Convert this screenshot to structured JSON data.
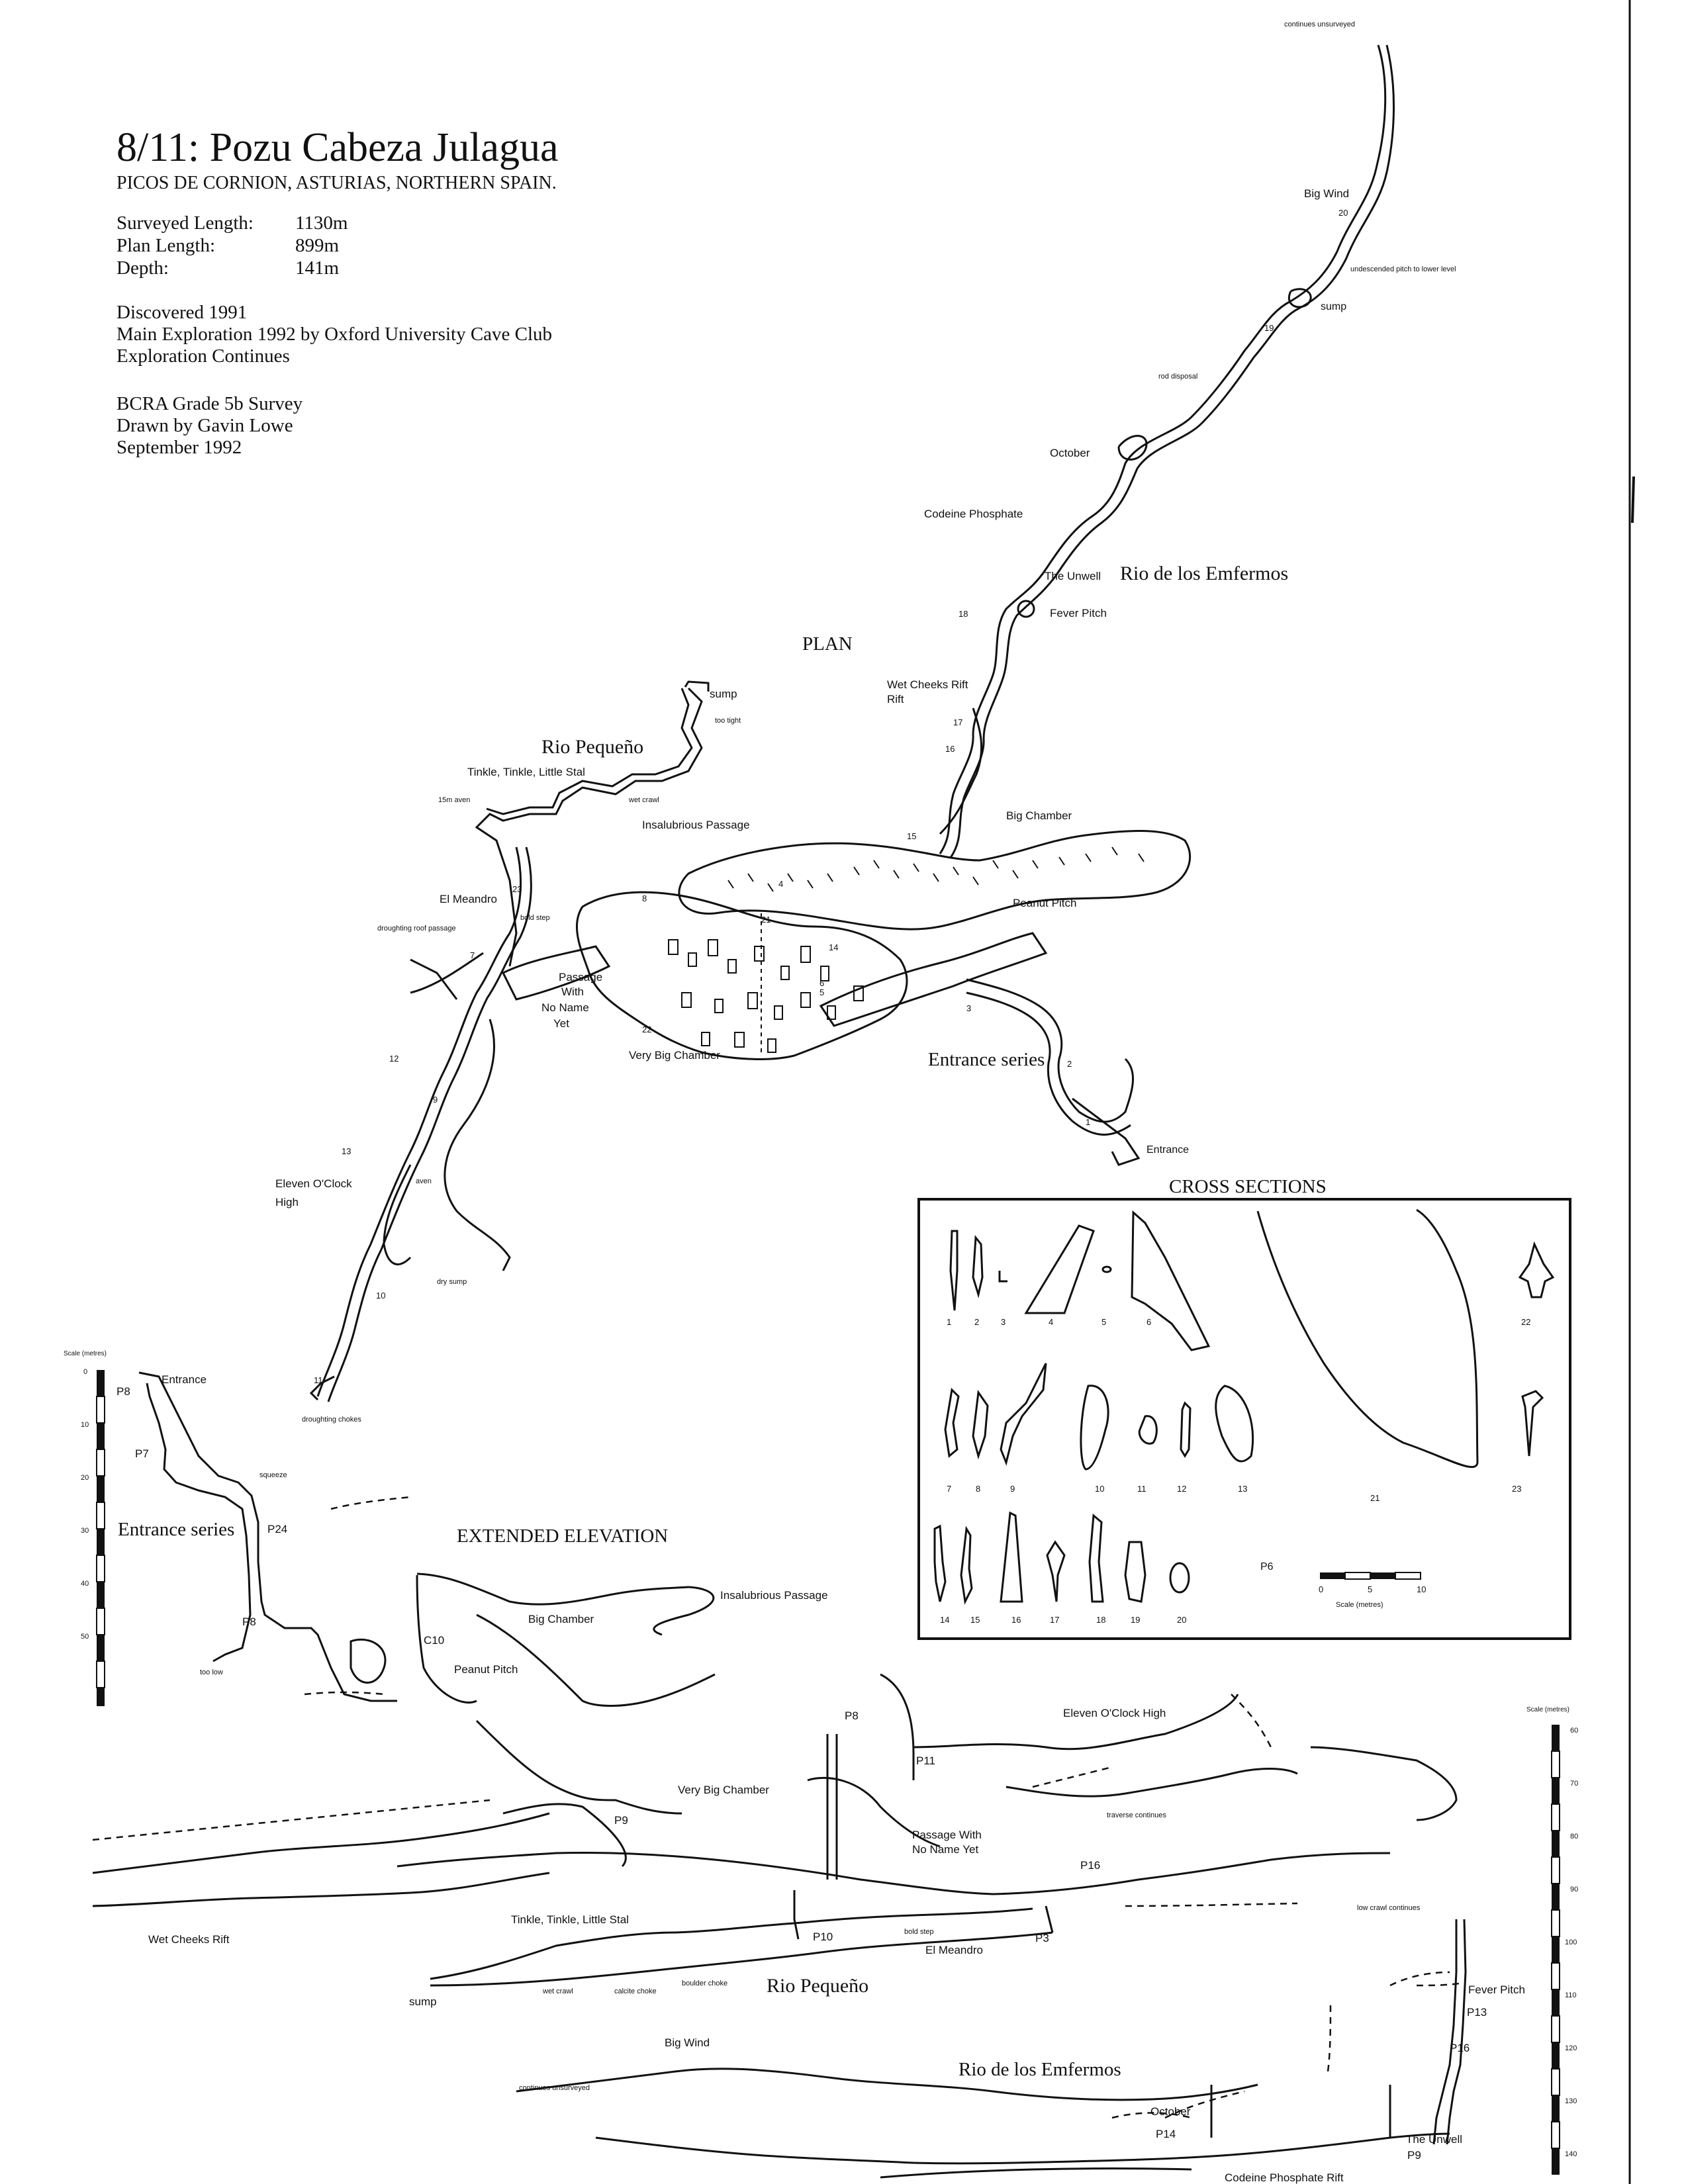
{
  "header": {
    "title": "8/11: Pozu Cabeza Julagua",
    "subtitle": "PICOS DE CORNION, ASTURIAS, NORTHERN SPAIN."
  },
  "stats": [
    {
      "label": "Surveyed Length:",
      "value": "1130m"
    },
    {
      "label": "Plan Length:",
      "value": "899m"
    },
    {
      "label": "Depth:",
      "value": "141m"
    }
  ],
  "discovery": [
    "Discovered 1991",
    "Main Exploration 1992 by Oxford University Cave Club",
    "Exploration Continues"
  ],
  "credits": [
    "BCRA Grade 5b Survey",
    "Drawn by Gavin Lowe",
    "September 1992"
  ],
  "plan": {
    "heading": "PLAN",
    "labels": {
      "continues_unsurveyed": "continues unsurveyed",
      "big_wind": "Big Wind",
      "undescended": "undescended pitch to lower level",
      "sump": "sump",
      "rod_disposal": "rod disposal",
      "october": "October",
      "codeine": "Codeine Phosphate",
      "the_unwell": "The Unwell",
      "rio_emfermos": "Rio de los Emfermos",
      "fever_pitch": "Fever Pitch",
      "wet_cheeks": "Wet Cheeks Rift",
      "rift": "Rift",
      "sump2": "sump",
      "too_tight": "too tight",
      "rio_pequeno": "Rio Pequeño",
      "tinkle": "Tinkle, Tinkle, Little Stal",
      "aven15": "15m aven",
      "wet_crawl": "wet crawl",
      "insalubrious": "Insalubrious Passage",
      "big_chamber": "Big Chamber",
      "el_meandro": "El Meandro",
      "bold_step": "bold step",
      "droughting_roof": "droughting roof passage",
      "peanut_pitch": "Peanut Pitch",
      "passage_with": "Passage",
      "with": "With",
      "no_name": "No Name",
      "yet": "Yet",
      "very_big_chamber": "Very Big Chamber",
      "entrance_series": "Entrance series",
      "entrance": "Entrance",
      "eleven_oclock": "Eleven O'Clock",
      "high": "High",
      "aven": "aven",
      "dry_sump": "dry sump",
      "droughting_chokes": "droughting chokes"
    },
    "stations": [
      "1",
      "2",
      "3",
      "4",
      "5",
      "6",
      "7",
      "8",
      "9",
      "10",
      "11",
      "12",
      "13",
      "14",
      "15",
      "16",
      "17",
      "18",
      "19",
      "20",
      "21",
      "22",
      "23"
    ]
  },
  "cross_sections": {
    "heading": "CROSS SECTIONS",
    "labels": [
      "1",
      "2",
      "3",
      "4",
      "5",
      "6",
      "22",
      "7",
      "8",
      "9",
      "10",
      "11",
      "12",
      "13",
      "21",
      "23",
      "14",
      "15",
      "16",
      "17",
      "18",
      "19",
      "20"
    ],
    "p6": "P6",
    "scale_ticks": [
      "0",
      "5",
      "10"
    ],
    "scale_caption": "Scale (metres)"
  },
  "elevation": {
    "heading": "EXTENDED ELEVATION",
    "left_scale": {
      "caption": "Scale (metres)",
      "ticks": [
        "0",
        "10",
        "20",
        "30",
        "40",
        "50"
      ]
    },
    "right_scale": {
      "caption": "Scale (metres)",
      "ticks": [
        "60",
        "70",
        "80",
        "90",
        "100",
        "110",
        "120",
        "130",
        "140"
      ]
    },
    "labels": {
      "entrance": "Entrance",
      "p8a": "P8",
      "p7": "P7",
      "squeeze": "squeeze",
      "entrance_series": "Entrance series",
      "p24": "P24",
      "p8b": "P8",
      "too_low": "too low",
      "c10": "C10",
      "big_chamber": "Big Chamber",
      "insalubrious": "Insalubrious Passage",
      "peanut_pitch": "Peanut Pitch",
      "p8c": "P8",
      "p11": "P11",
      "eleven_oclock": "Eleven O'Clock High",
      "very_big_chamber": "Very Big Chamber",
      "p9a": "P9",
      "traverse": "traverse continues",
      "passage_with": "Passage With",
      "no_name_yet": "No Name Yet",
      "p16a": "P16",
      "low_crawl": "low crawl continues",
      "wet_cheeks": "Wet Cheeks Rift",
      "tinkle": "Tinkle, Tinkle, Little Stal",
      "p10": "P10",
      "bold_step": "bold step",
      "p3": "P3",
      "el_meandro": "El Meandro",
      "sump": "sump",
      "wet_crawl": "wet crawl",
      "calcite_choke": "calcite choke",
      "boulder_choke": "boulder choke",
      "rio_pequeno": "Rio Pequeño",
      "fever_pitch": "Fever Pitch",
      "p13": "P13",
      "p16b": "P16",
      "big_wind": "Big Wind",
      "rio_emfermos": "Rio de los Emfermos",
      "continues_unsurveyed": "continues unsurveyed",
      "october": "October",
      "p14": "P14",
      "the_unwell": "The Unwell",
      "p9b": "P9",
      "codeine": "Codeine Phosphate Rift"
    }
  }
}
